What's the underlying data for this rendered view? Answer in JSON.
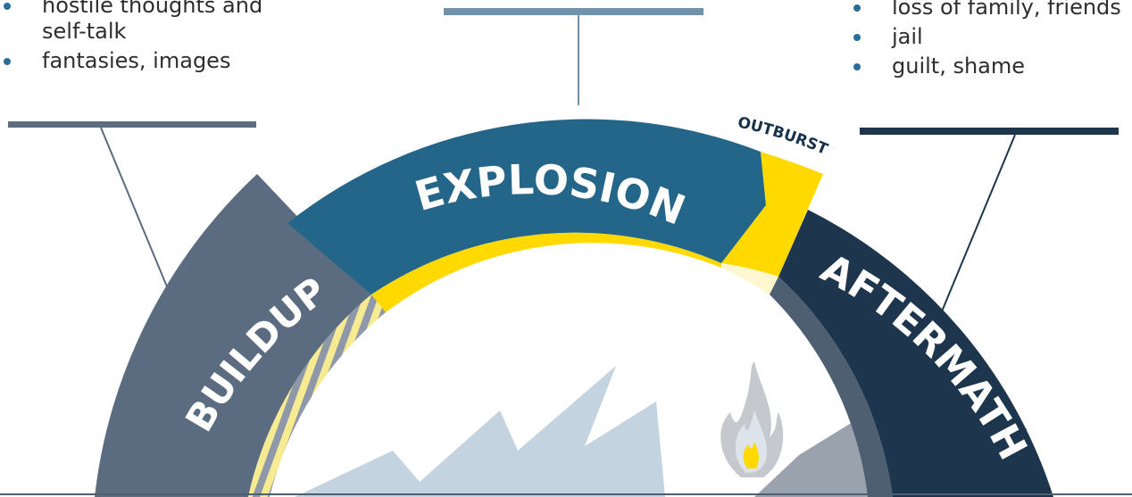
{
  "buildup": {
    "label": "BUILDUP",
    "bullets": [
      "hostile thoughts and self-talk",
      "fantasies, images"
    ]
  },
  "explosion": {
    "label": "EXPLOSION",
    "outburst_label": "OUTBURST"
  },
  "aftermath": {
    "label": "AFTERMATH",
    "bullets": [
      "loss of family, friends",
      "jail",
      "guilt, shame"
    ]
  },
  "colors": {
    "buildup": "#5c6c80",
    "explosion": "#236689",
    "aftermath": "#1e364d",
    "yellow": "#ffd900",
    "bullet": "#2a6d99"
  }
}
